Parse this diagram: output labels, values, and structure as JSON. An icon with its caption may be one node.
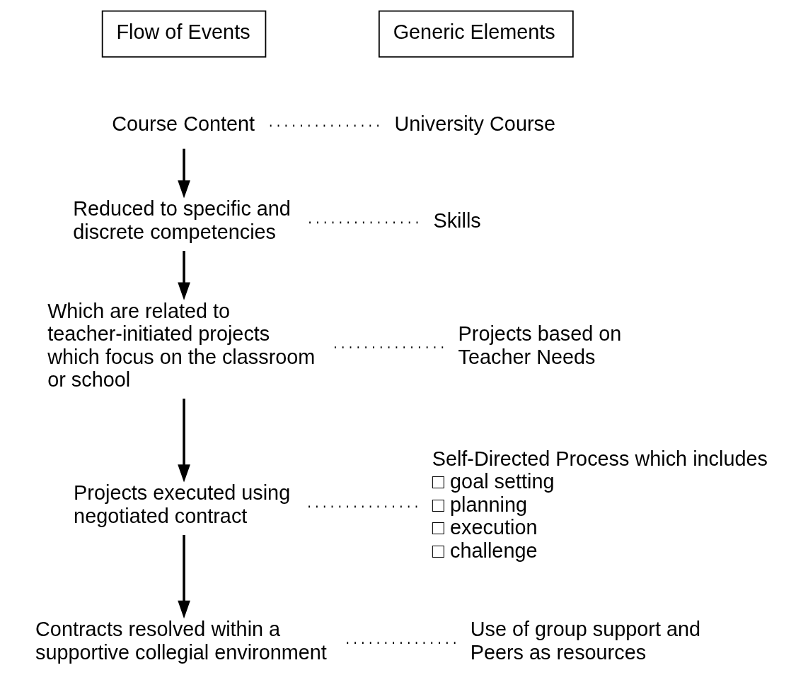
{
  "diagram": {
    "nodes": [
      {
        "text": [
          "Flow of Events"
        ]
      },
      {
        "text": [
          "Generic Elements"
        ]
      },
      {
        "text": [
          "Course Content"
        ]
      },
      {
        "text": [
          "University Course"
        ]
      },
      {
        "text": [
          "Reduced to specific and discrete competencies"
        ]
      },
      {
        "text": [
          "Skills"
        ]
      },
      {
        "text": [
          "Which are related to teacher-initiated projects which focus on the classroom or school"
        ]
      },
      {
        "text": [
          "Projects based on Teacher Needs"
        ]
      },
      {
        "text": [
          "Projects executed using negotiated contract"
        ]
      },
      {
        "text": [
          "Self-Directed Process which includes",
          "□ goal setting",
          "□ planning",
          "□ execution",
          "□ challenge"
        ]
      },
      {
        "text": [
          "Contracts resolved within a supportive collegial environment"
        ]
      },
      {
        "text": [
          "Use of group support and Peers as resources"
        ]
      }
    ],
    "edges": [
      {
        "from": 2,
        "to": 3,
        "arrow": "none",
        "style": "dashed"
      },
      {
        "from": 2,
        "to": 4,
        "arrow": "to"
      },
      {
        "from": 4,
        "to": 5,
        "arrow": "none",
        "style": "dashed"
      },
      {
        "from": 4,
        "to": 6,
        "arrow": "to"
      },
      {
        "from": 6,
        "to": 7,
        "arrow": "none",
        "style": "dashed"
      },
      {
        "from": 6,
        "to": 8,
        "arrow": "to"
      },
      {
        "from": 8,
        "to": 9,
        "arrow": "none",
        "style": "dashed"
      },
      {
        "from": 8,
        "to": 10,
        "arrow": "to"
      },
      {
        "from": 10,
        "to": 11,
        "arrow": "none",
        "style": "dashed"
      }
    ]
  }
}
